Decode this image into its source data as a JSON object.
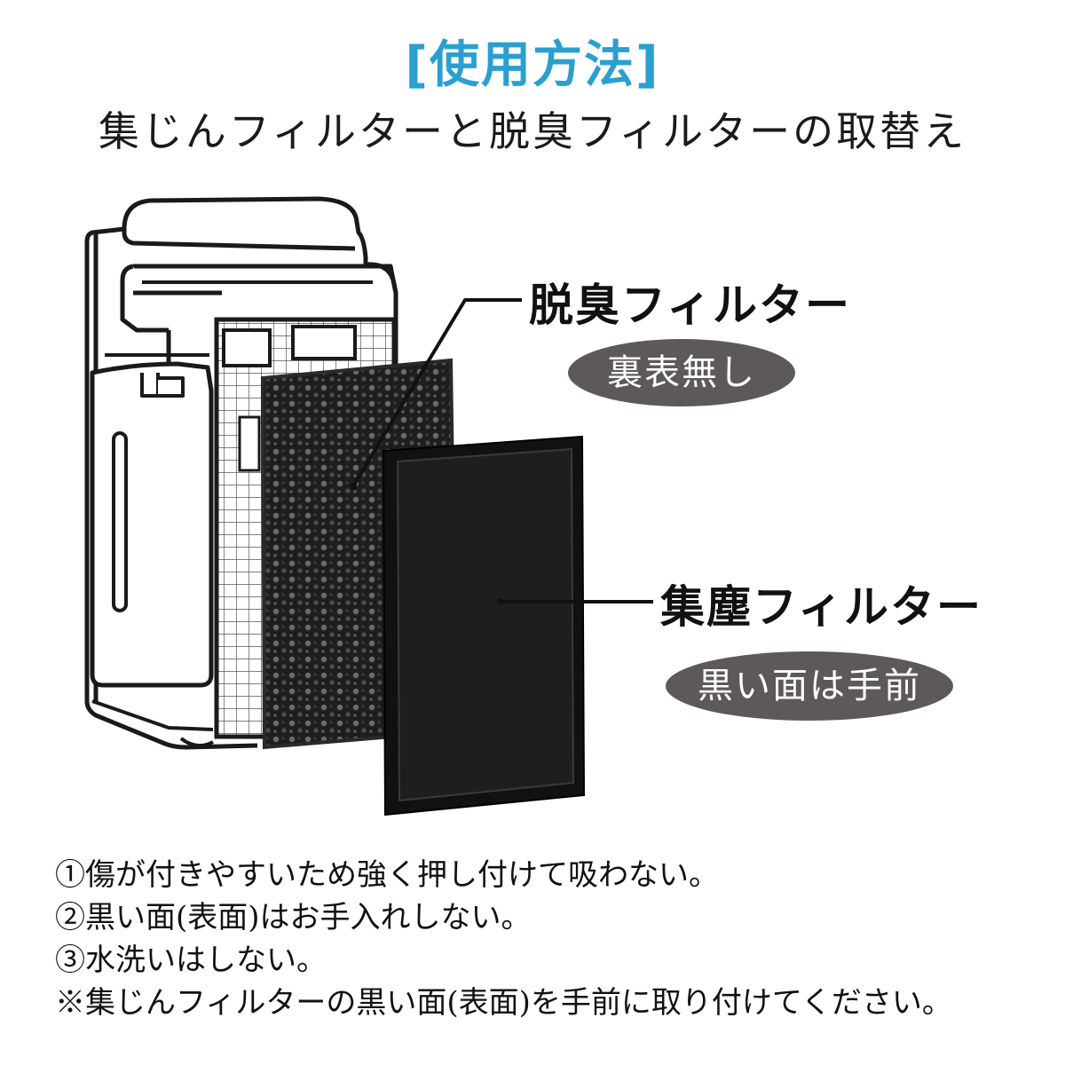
{
  "heading": "[使用方法]",
  "subtitle": "集じんフィルターと脱臭フィルターの取替え",
  "deodorizing_filter": {
    "label": "脱臭フィルター",
    "badge": "裏表無し"
  },
  "dust_filter": {
    "label": "集塵フィルター",
    "badge": "黒い面は手前"
  },
  "notes": [
    "①傷が付きやすいため強く押し付けて吸わない。",
    "②黒い面(表面)はお手入れしない。",
    "③水洗いはしない。",
    "※集じんフィルターの黒い面(表面)を手前に取り付けてください。"
  ],
  "colors": {
    "heading": "#2a9fd0",
    "badge_bg": "#5e5959",
    "filter_dark": "#1c1c1c"
  }
}
